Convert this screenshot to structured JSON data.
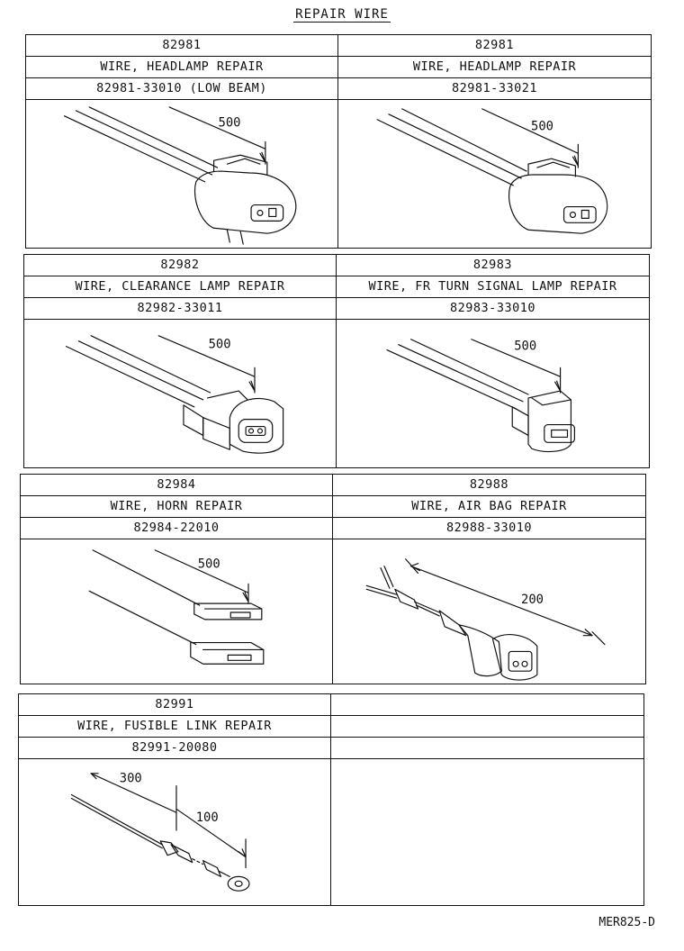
{
  "title": "REPAIR WIRE",
  "panels": [
    {
      "no": "82981",
      "name": "WIRE, HEADLAMP REPAIR",
      "part": "82981-33010 (LOW BEAM)",
      "dims": [
        "500"
      ]
    },
    {
      "no": "82981",
      "name": "WIRE, HEADLAMP REPAIR",
      "part": "82981-33021",
      "dims": [
        "500"
      ]
    },
    {
      "no": "82982",
      "name": "WIRE, CLEARANCE LAMP REPAIR",
      "part": "82982-33011",
      "dims": [
        "500"
      ]
    },
    {
      "no": "82983",
      "name": "WIRE, FR TURN SIGNAL LAMP REPAIR",
      "part": "82983-33010",
      "dims": [
        "500"
      ]
    },
    {
      "no": "82984",
      "name": "WIRE, HORN REPAIR",
      "part": "82984-22010",
      "dims": [
        "500"
      ]
    },
    {
      "no": "82988",
      "name": "WIRE, AIR BAG REPAIR",
      "part": "82988-33010",
      "dims": [
        "200"
      ]
    },
    {
      "no": "82991",
      "name": "WIRE, FUSIBLE LINK REPAIR",
      "part": "82991-20080",
      "dims": [
        "300",
        "100"
      ]
    },
    {
      "no": "",
      "name": "",
      "part": "",
      "dims": []
    }
  ],
  "drawing_code": "MER825-D"
}
